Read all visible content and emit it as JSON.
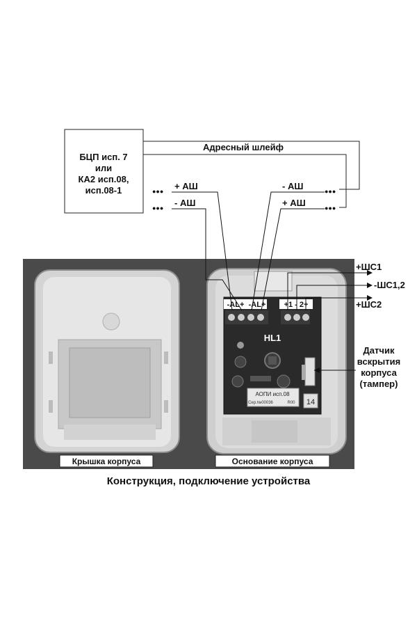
{
  "controller": {
    "line1": "БЦП исп. 7",
    "line2": "или",
    "line3": "КА2 исп.08,",
    "line4": "исп.08-1"
  },
  "loop": {
    "title": "Адресный шлейф",
    "left_plus": "+ АШ",
    "left_minus": "- АШ",
    "right_minus": "- АШ",
    "right_plus": "+ АШ",
    "dots": "●●●"
  },
  "zones": {
    "shs1_plus": "+ШС1",
    "shs12_minus": "-ШС1,2",
    "shs2_plus": "+ШС2"
  },
  "terminals": {
    "al_block": [
      "-AL+",
      "-AL+"
    ],
    "zone_block": "+1 - 2+"
  },
  "board": {
    "led": "HL1",
    "label": "АОПИ исп.08",
    "serial": "Сер.№00036",
    "rev": "R00",
    "number": "14"
  },
  "tamper": {
    "line1": "Датчик",
    "line2": "вскрытия",
    "line3": "корпуса",
    "line4": "(тампер)"
  },
  "photo": {
    "cover_label": "Крышка корпуса",
    "base_label": "Основание корпуса"
  },
  "caption": "Конструкция, подключение устройства"
}
